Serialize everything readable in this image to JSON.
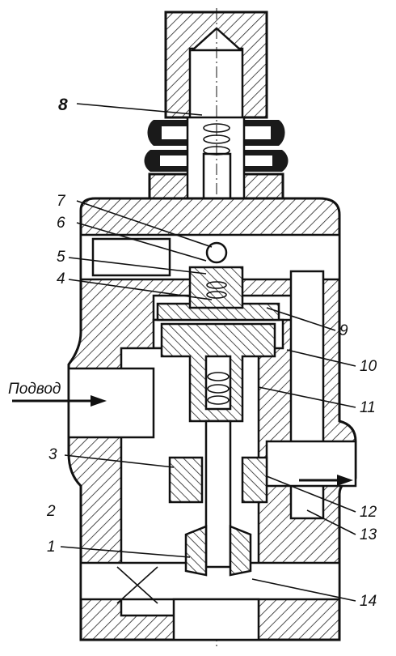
{
  "labels": {
    "l1": "1",
    "l2": "2",
    "l3": "3",
    "l4": "4",
    "l5": "5",
    "l6": "6",
    "l7": "7",
    "l8": "8",
    "l9": "9",
    "l10": "10",
    "l11": "11",
    "l12": "12",
    "l13": "13",
    "l14": "14"
  },
  "inlet_label": "Подвод"
}
